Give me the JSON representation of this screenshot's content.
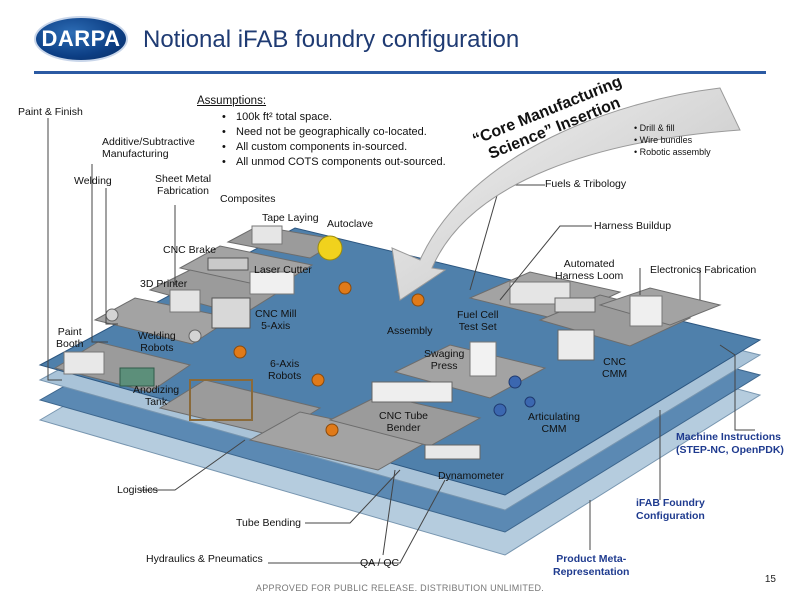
{
  "header": {
    "logo_text": "DARPA",
    "title": "Notional iFAB foundry configuration"
  },
  "assumptions": {
    "heading": "Assumptions:",
    "items": [
      "100k ft² total space.",
      "Need not be geographically co-located.",
      "All custom components in-sourced.",
      "All unmod COTS components out-sourced."
    ]
  },
  "core": {
    "title_line1": "“Core Manufacturing",
    "title_line2": "Science” Insertion",
    "items": [
      "• Drill & fill",
      "• Wire bundles",
      "• Robotic assembly"
    ]
  },
  "labels": {
    "paint_finish": "Paint & Finish",
    "additive_1": "Additive/Subtractive",
    "additive_2": "Manufacturing",
    "welding": "Welding",
    "sheet_metal_1": "Sheet Metal",
    "sheet_metal_2": "Fabrication",
    "composites": "Composites",
    "tape_laying": "Tape Laying",
    "autoclave": "Autoclave",
    "cnc_brake": "CNC Brake",
    "laser_cutter": "Laser Cutter",
    "printer_3d": "3D Printer",
    "cnc_mill_1": "CNC Mill",
    "cnc_mill_2": "5-Axis",
    "paint_booth_1": "Paint",
    "paint_booth_2": "Booth",
    "welding_robots_1": "Welding",
    "welding_robots_2": "Robots",
    "assembly": "Assembly",
    "fuel_cell_1": "Fuel Cell",
    "fuel_cell_2": "Test Set",
    "swaging_1": "Swaging",
    "swaging_2": "Press",
    "robots_6axis_1": "6-Axis",
    "robots_6axis_2": "Robots",
    "anodizing_1": "Anodizing",
    "anodizing_2": "Tank",
    "cnc_tube_1": "CNC Tube",
    "cnc_tube_2": "Bender",
    "articulating_1": "Articulating",
    "articulating_2": "CMM",
    "cnc_cmm_1": "CNC",
    "cnc_cmm_2": "CMM",
    "dynamometer": "Dynamometer",
    "fuels_tribology": "Fuels & Tribology",
    "harness_buildup": "Harness Buildup",
    "harness_loom_1": "Automated",
    "harness_loom_2": "Harness Loom",
    "electronics": "Electronics Fabrication",
    "logistics": "Logistics",
    "tube_bending": "Tube Bending",
    "hydraulics": "Hydraulics & Pneumatics",
    "qa_qc": "QA / QC"
  },
  "layers": {
    "machine_1": "Machine Instructions",
    "machine_2": "(STEP-NC, OpenPDK)",
    "ifab_1": "iFAB Foundry",
    "ifab_2": "Configuration",
    "meta_1": "Product Meta-",
    "meta_2": "Representation"
  },
  "footer": {
    "page_number": "15",
    "release_text": "APPROVED FOR PUBLIC RELEASE. DISTRIBUTION UNLIMITED."
  }
}
